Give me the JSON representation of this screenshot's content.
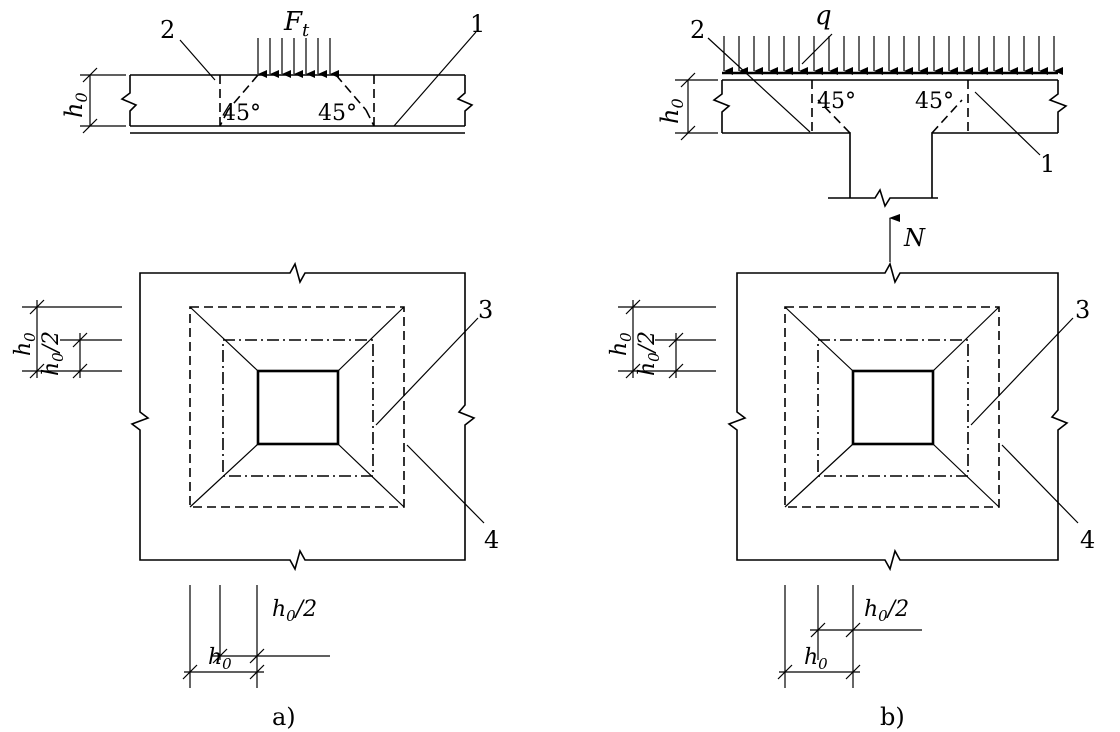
{
  "panel_a": {
    "force_label": "F",
    "force_sub": "t",
    "angle_left": "45°",
    "angle_right": "45°",
    "callout_1": "1",
    "callout_2": "2",
    "callout_3": "3",
    "callout_4": "4",
    "dim_h0": "h",
    "dim_sub": "0",
    "dim_half": "/2",
    "caption": "a)"
  },
  "panel_b": {
    "load_label": "q",
    "axial_label": "N",
    "angle_left": "45°",
    "angle_right": "45°",
    "callout_1": "1",
    "callout_2": "2",
    "callout_3": "3",
    "callout_4": "4",
    "dim_h0": "h",
    "dim_sub": "0",
    "dim_half": "/2",
    "caption": "b)"
  }
}
